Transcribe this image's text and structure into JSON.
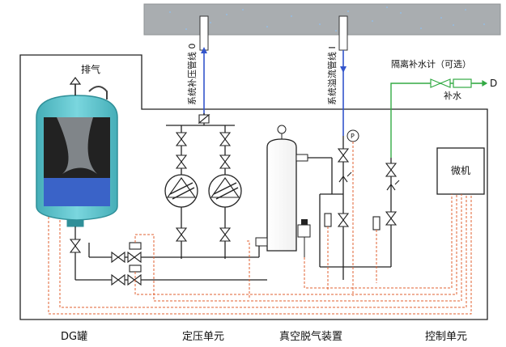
{
  "labels": {
    "exhaust": "排气",
    "pressure_pipe": "系统补压管线 0",
    "return_pipe": "系统溢流管线 I",
    "isolated_meter": "隔离补水计（可选）",
    "makeup_water": "补水",
    "inlet_letter": "D",
    "pressure_gauge": "P",
    "microcomputer": "微机"
  },
  "sections": {
    "dg_tank": "DG罐",
    "pressure_unit": "定压单元",
    "degassing_unit": "真空脱气装置",
    "control_unit": "控制单元"
  },
  "colors": {
    "tank_teal": "#5fc6cf",
    "tank_water": "#3a63c8",
    "tank_dark": "#222222",
    "blue_pipe": "#3355cc",
    "green_pipe": "#33aa44",
    "signal_wire": "#e06030",
    "ceiling": "#a9adb0"
  },
  "icons": [
    "exhaust-arrow-icon",
    "pump-icon",
    "gate-valve-icon",
    "check-valve-icon",
    "pressure-gauge-icon",
    "solenoid-valve-icon"
  ]
}
